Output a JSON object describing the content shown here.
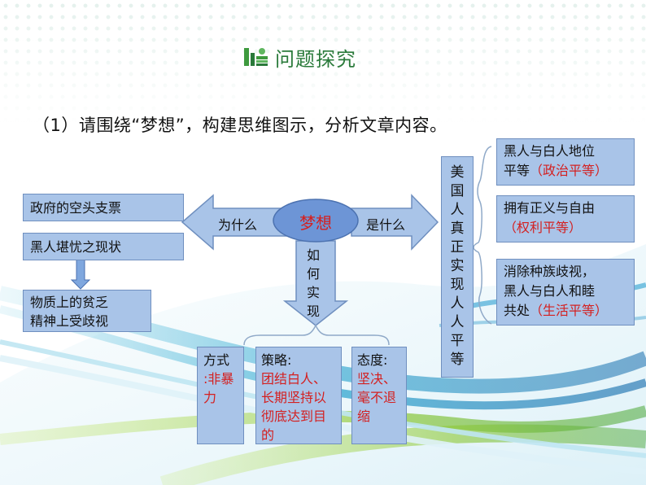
{
  "title": {
    "text": "问题探究",
    "icon": "books-icon"
  },
  "subtitle": "（1）请围绕“梦想”，构建思维图示，分析文章内容。",
  "center": {
    "label": "梦想"
  },
  "arrows": {
    "left": "为什么",
    "right": "是什么",
    "down": "如何实现"
  },
  "why": {
    "items": [
      "政府的空头支票",
      "黑人堪忧之现状"
    ],
    "result": [
      "物质上的贫乏",
      "精神上受歧视"
    ]
  },
  "what": {
    "summary": "美国人真正实现人人平等",
    "items": [
      {
        "lines": [
          "黑人与白人地位",
          "平等"
        ],
        "tag": "（政治平等）"
      },
      {
        "lines": [
          "拥有正义与自由"
        ],
        "tag": "（权利平等）"
      },
      {
        "lines": [
          "消除种族歧视，",
          "黑人与白人和睦",
          "共处"
        ],
        "tag": "（生活平等）"
      }
    ]
  },
  "how": {
    "method": {
      "label": "方式",
      "value": ":非暴力"
    },
    "strategy": {
      "label": "策略:",
      "value": "团结白人、长期坚持以彻底达到目的"
    },
    "attitude": {
      "label": "态度:",
      "value": "坚决、毫不退缩"
    }
  },
  "colors": {
    "box": "#a9c4e8",
    "box_border": "#6f8fbf",
    "center": "#6d95d6",
    "emphasis": "#d42020",
    "title": "#2a7a3a"
  }
}
